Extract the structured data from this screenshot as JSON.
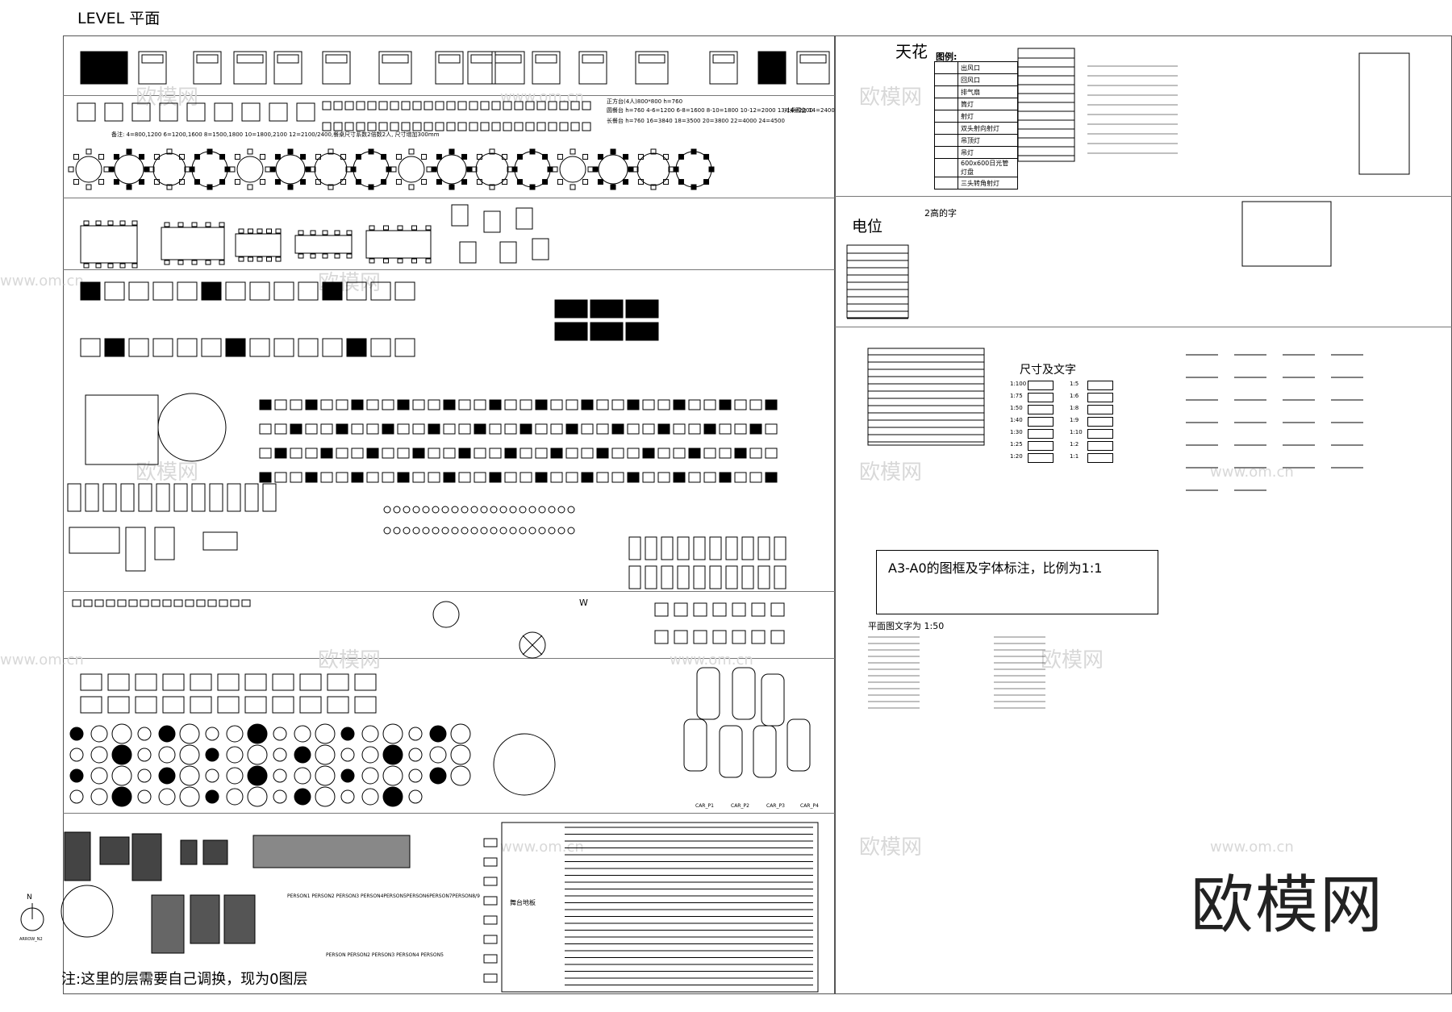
{
  "header": {
    "title": "LEVEL 平面"
  },
  "right_panel": {
    "ceiling_title": "天花",
    "legend_title": "图例:",
    "legend_items": [
      "出风口",
      "回风口",
      "排气扇",
      "筒灯",
      "射灯",
      "双头射向射灯",
      "吊顶灯",
      "吊灯",
      "600x600日光管灯盘",
      "三头转角射灯"
    ],
    "outlet_title": "电位",
    "height_text_title": "2高的字",
    "size_text_title": "尺寸及文字",
    "size_values_left": [
      "1:100",
      "1:75",
      "1:50",
      "1:40",
      "1:30",
      "1:25",
      "1:20"
    ],
    "size_values_right": [
      "1:5",
      "1:6",
      "1:8",
      "1:9",
      "1:10",
      "1:2",
      "1:1"
    ],
    "frame_note": "A3-A0的图框及字体标注，比例为1:1",
    "plan_text_note": "平面图文字为 1:50"
  },
  "left_panel": {
    "dining_note_1": "正方台(4人)800*800 h=760",
    "dining_note_2": "圆餐台 h=760   4-6=1200  6-8=1600  8-10=1800  10-12=2000  13-14=2200",
    "dining_note_3": "长餐台 h=760   16=3840  18=3500  20=3800  22=4000  24=4500",
    "dining_note_4": "对桌圆台 14=2400",
    "dining_note_5": "备注: 4=800,1200  6=1200,1600  8=1500,1800  10=1800,2100  12=2100/2400,餐桌尺寸系数2倍数2人, 尺寸增加300mm",
    "car_labels": [
      "CAR_P1",
      "CAR_P2",
      "CAR_P3",
      "CAR_P4"
    ],
    "persons_label": "PERSON1   PERSON2   PERSON3   PERSON4PERSON5PERSON6PERSON7PERSON8/9",
    "persons_label_2": "PERSON  PERSON2  PERSON3  PERSON4  PERSON5",
    "door_label": "W",
    "stage_label": "舞台地板",
    "north_label": "N",
    "arrow_label": "ARROW_N2"
  },
  "footer_note": "注:这里的层需要自己调换，现为0图层",
  "watermark": {
    "logo_text": "欧模网",
    "small_url": "www.om.cn",
    "small_logo": "欧模网"
  }
}
